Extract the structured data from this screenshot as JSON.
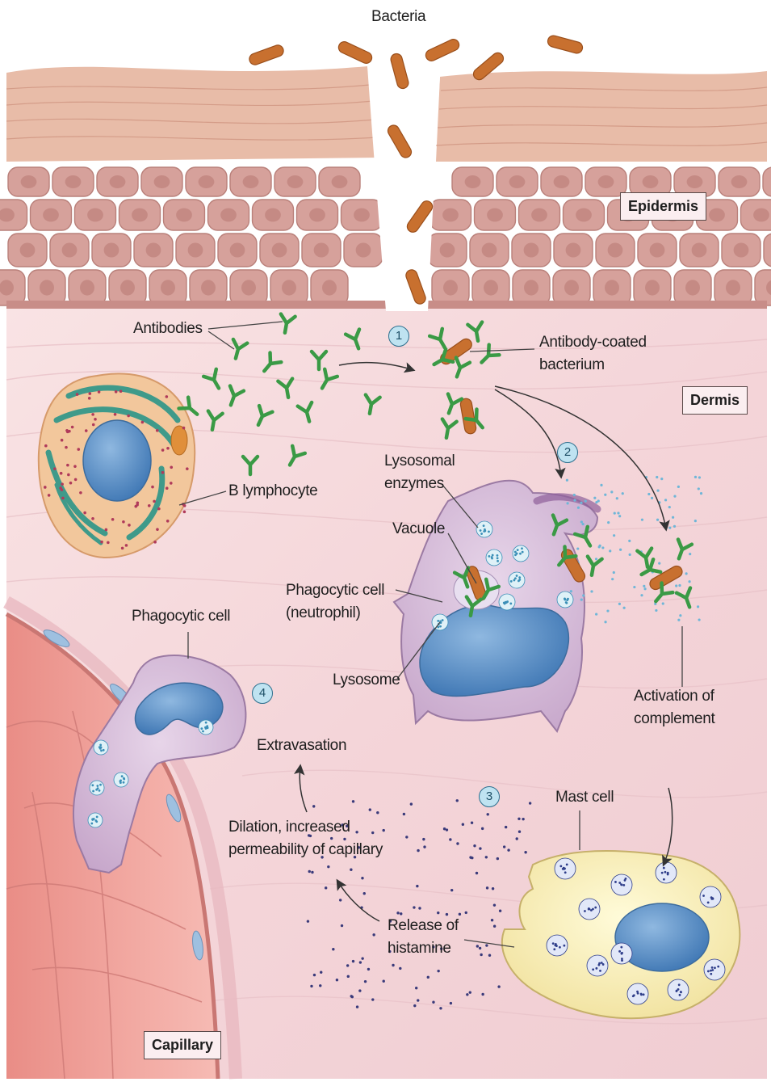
{
  "labels": {
    "bacteria": "Bacteria",
    "epidermis": "Epidermis",
    "dermis": "Dermis",
    "capillary": "Capillary",
    "antibodies": "Antibodies",
    "antibody_coated_1": "Antibody-coated",
    "antibody_coated_2": "bacterium",
    "b_lymphocyte": "B lymphocyte",
    "lysosomal_1": "Lysosomal",
    "lysosomal_2": "enzymes",
    "vacuole": "Vacuole",
    "phagocytic_neutrophil_1": "Phagocytic cell",
    "phagocytic_neutrophil_2": "(neutrophil)",
    "phagocytic_cell": "Phagocytic cell",
    "lysosome": "Lysosome",
    "extravasation": "Extravasation",
    "activation_1": "Activation of",
    "activation_2": "complement",
    "mast_cell": "Mast cell",
    "dilation_1": "Dilation, increased",
    "dilation_2": "permeability of capillary",
    "release_1": "Release of",
    "release_2": "histamine"
  },
  "steps": [
    "1",
    "2",
    "3",
    "4"
  ],
  "colors": {
    "dermis": "#f6dde0",
    "epidermis_cells": "#d39a94",
    "stratum_corneum": "#e6b7a3",
    "bacteria": "#c8702f",
    "antibody": "#3a9a45",
    "b_lymphocyte": "#f2c79c",
    "er": "#3f9a8a",
    "nucleus": "#5f95c9",
    "phagocyte": "#d5b7d6",
    "mast_cell": "#f8efb7",
    "capillary": "#f2a6a0",
    "complement_dots": "#6fb6d8",
    "histamine_dots": "#3a3a7a"
  }
}
